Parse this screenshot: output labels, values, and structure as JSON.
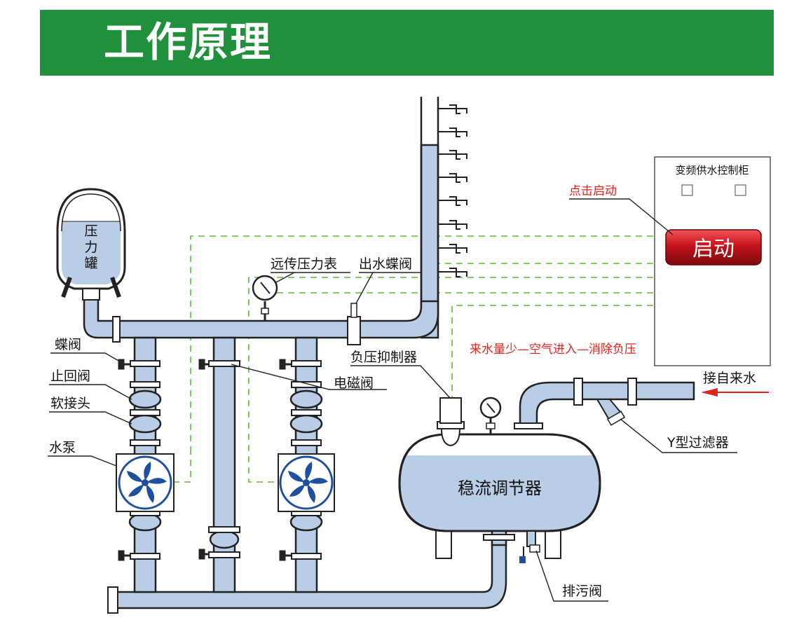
{
  "header": {
    "title": "工作原理"
  },
  "labels": {
    "tank": [
      "压",
      "力",
      "罐"
    ],
    "gauge": "远传压力表",
    "outlet_valve": "出水蝶阀",
    "butterfly_valve": "蝶阀",
    "check_valve": "止回阀",
    "soft_joint": "软接头",
    "pump": "水泵",
    "suppressor": "负压抑制器",
    "solenoid": "电磁阀",
    "stabilizer": "稳流调节器",
    "inlet": "接自来水",
    "filter": "Y型过滤器",
    "drain": "排污阀"
  },
  "cabinet": {
    "title": "变频供水控制柜",
    "click_hint": "点击启动",
    "start_label": "启动"
  },
  "notes": {
    "negative_pressure": "来水量少—空气进入—消除负压"
  },
  "colors": {
    "banner": "#21903c",
    "water": "#b9cde6",
    "control_line": "#5cbf2a",
    "start_button": "#c6141b",
    "arrow": "#e2231a",
    "impeller": "#1f4f9f"
  }
}
